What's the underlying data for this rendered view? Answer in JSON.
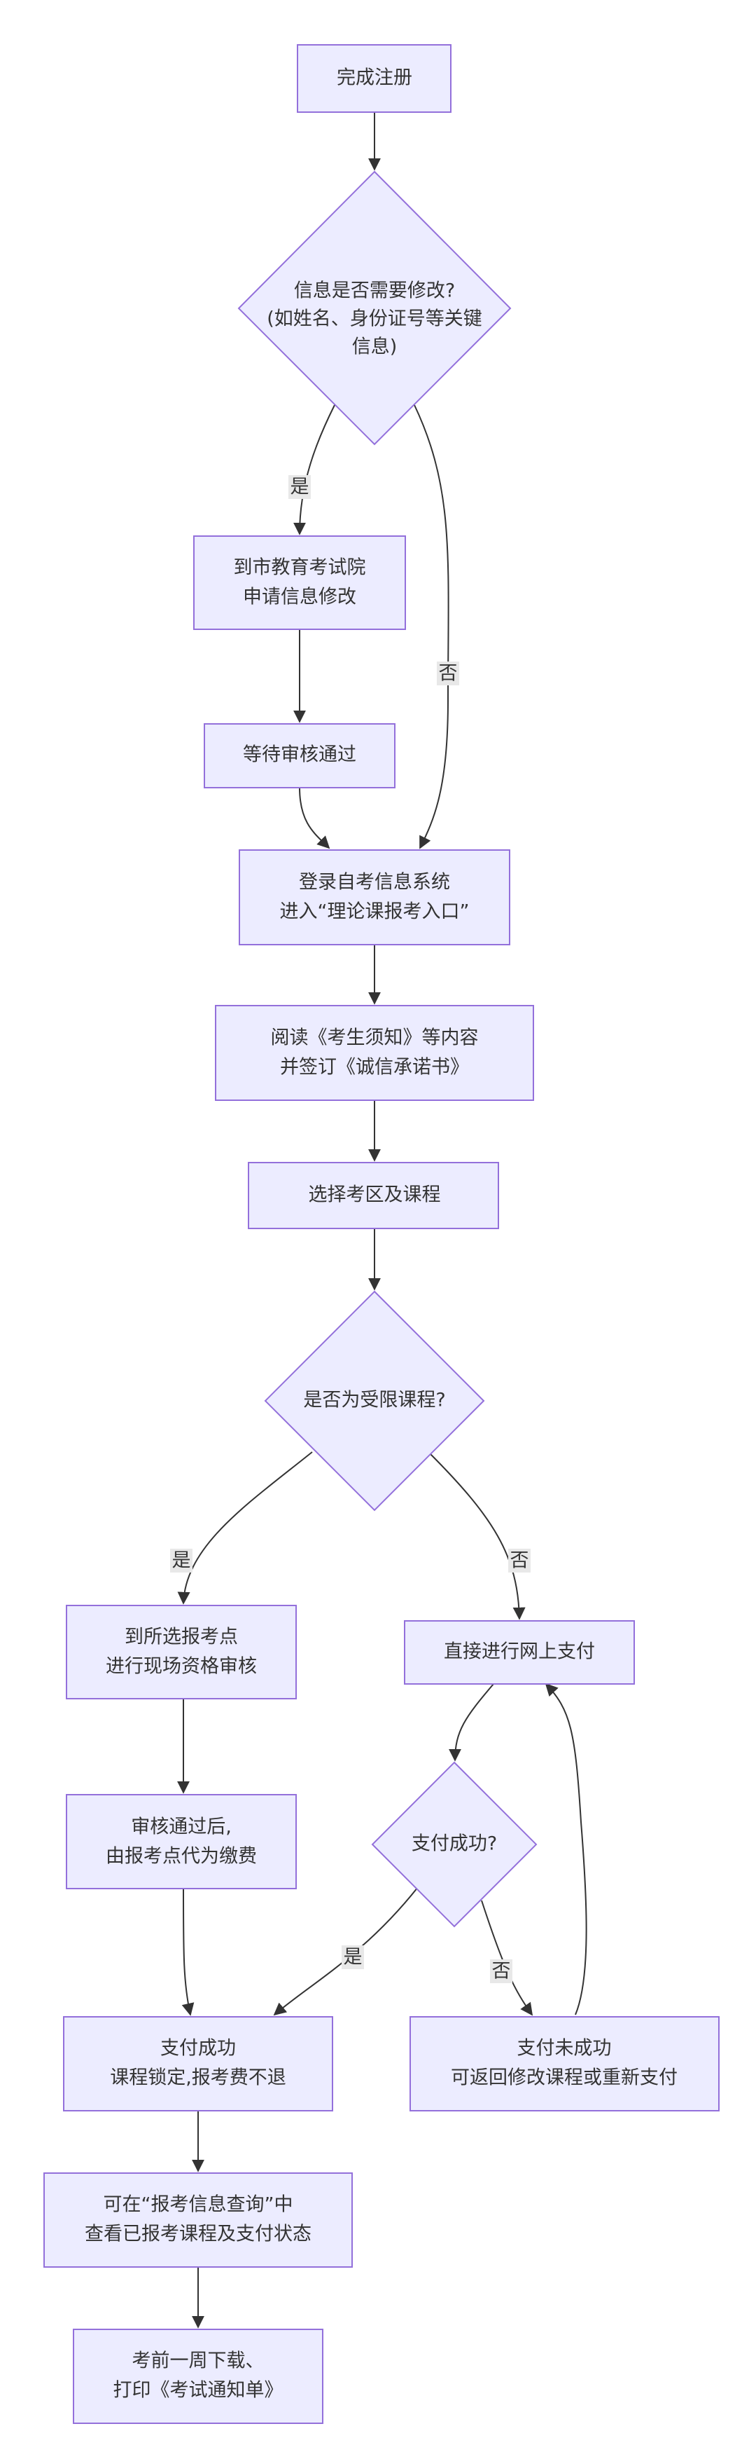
{
  "colors": {
    "node_fill": "#ECECFF",
    "node_stroke": "#9370DB",
    "edge": "#333333",
    "label_bg": "#e8e8e8"
  },
  "nodes": {
    "complete_registration": [
      "完成注册"
    ],
    "info_modify_decision": [
      "信息是否需要修改?",
      "(如姓名、身份证号等关键",
      "信息)"
    ],
    "apply_modification": [
      "到市教育考试院",
      "申请信息修改"
    ],
    "wait_review": [
      "等待审核通过"
    ],
    "login_system": [
      "登录自考信息系统",
      "进入“理论课报考入口”"
    ],
    "read_notice": [
      "阅读《考生须知》等内容",
      "并签订《诚信承诺书》"
    ],
    "select_courses": [
      "选择考区及课程"
    ],
    "restricted_decision": [
      "是否为受限课程?"
    ],
    "onsite_review": [
      "到所选报考点",
      "进行现场资格审核"
    ],
    "online_payment": [
      "直接进行网上支付"
    ],
    "payment_decision": [
      "支付成功?"
    ],
    "agent_payment": [
      "审核通过后,",
      "由报考点代为缴费"
    ],
    "payment_success": [
      "支付成功",
      "课程锁定,报考费不退"
    ],
    "payment_failed": [
      "支付未成功",
      "可返回修改课程或重新支付"
    ],
    "query_status": [
      "可在“报考信息查询”中",
      "查看已报考课程及支付状态"
    ],
    "print_notice": [
      "考前一周下载、",
      "打印《考试通知单》"
    ]
  },
  "edge_labels": {
    "modify_yes": "是",
    "modify_no": "否",
    "restricted_yes": "是",
    "restricted_no": "否",
    "payment_yes": "是",
    "payment_no": "否"
  }
}
